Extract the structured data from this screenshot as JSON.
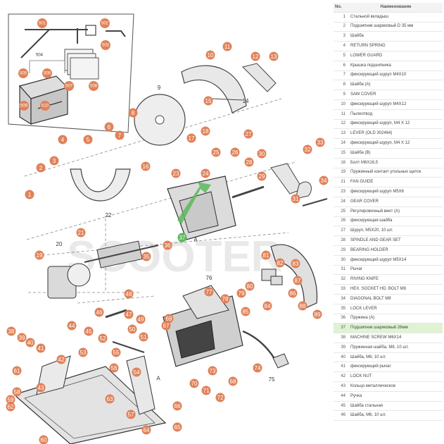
{
  "table": {
    "header_no": "No.",
    "header_name": "Наименование",
    "rows": [
      {
        "no": "1",
        "name": "Стальной вкладыш"
      },
      {
        "no": "2",
        "name": "Подшипник шариковый D 35 мм"
      },
      {
        "no": "3",
        "name": "Шайба"
      },
      {
        "no": "4",
        "name": "RETURN SPRING"
      },
      {
        "no": "5",
        "name": "LOWER GUARD"
      },
      {
        "no": "6",
        "name": "Крышка подшипника"
      },
      {
        "no": "7",
        "name": "фиксирующий шуруп M4X10"
      },
      {
        "no": "8",
        "name": "Шайба (А)"
      },
      {
        "no": "9",
        "name": "SAW COVER"
      },
      {
        "no": "10",
        "name": "фиксирующий шуруп M4X12"
      },
      {
        "no": "11",
        "name": "Пылеотвод"
      },
      {
        "no": "12",
        "name": "фиксирующий шуруп, M4 X 12"
      },
      {
        "no": "13",
        "name": "LEVER (OLD 302464)"
      },
      {
        "no": "14",
        "name": "фиксирующий шуруп, M4 X 12"
      },
      {
        "no": "15",
        "name": "Шайба (B)"
      },
      {
        "no": "16",
        "name": "Болт M6X16,5"
      },
      {
        "no": "19",
        "name": "Пружинный контакт угольных щеток"
      },
      {
        "no": "21",
        "name": "FAN GUIDE"
      },
      {
        "no": "23",
        "name": "фиксирующий шуруп M5X6"
      },
      {
        "no": "24",
        "name": "GEAR COVER"
      },
      {
        "no": "25",
        "name": "Регулировочный винт (A)"
      },
      {
        "no": "26",
        "name": "фиксирующая шайба"
      },
      {
        "no": "27",
        "name": "Шуруп, M5X20, 10 шт."
      },
      {
        "no": "28",
        "name": "SPINDLE AND GEAR SET"
      },
      {
        "no": "29",
        "name": "BEARING HOLDER"
      },
      {
        "no": "30",
        "name": "фиксирующий шуруп M5X14"
      },
      {
        "no": "31",
        "name": "Рычаг"
      },
      {
        "no": "32",
        "name": "RIVING KNIFE"
      },
      {
        "no": "33",
        "name": "HEX. SOCKET HD. BOLT M8"
      },
      {
        "no": "34",
        "name": "DIAGONAL BOLT M8"
      },
      {
        "no": "35",
        "name": "LOCK LEVER"
      },
      {
        "no": "36",
        "name": "Пружина (A)"
      },
      {
        "no": "37",
        "name": "Подшипник шариковый 28мм"
      },
      {
        "no": "38",
        "name": "MACHINE SCREW M6X14"
      },
      {
        "no": "39",
        "name": "Пружинная шайба, M6, 10 шт."
      },
      {
        "no": "40",
        "name": "Шайба, M6, 10 шт."
      },
      {
        "no": "41",
        "name": "фиксирующий рычаг"
      },
      {
        "no": "42",
        "name": "LOCK NUT"
      },
      {
        "no": "43",
        "name": "Кольцо металлическое"
      },
      {
        "no": "44",
        "name": "Ручка"
      },
      {
        "no": "45",
        "name": "Шайба стальная"
      },
      {
        "no": "46",
        "name": "Шайба, M6, 10 шт."
      }
    ],
    "highlight_no": "37",
    "highlight_color": "#dff3d3"
  },
  "diagram": {
    "accent_color": "#e0825a",
    "highlight_color": "#5cb85c",
    "watermark_text": "SCOOTER",
    "callouts": [
      "1",
      "2",
      "3",
      "4",
      "5",
      "6",
      "7",
      "8",
      "9",
      "10",
      "11",
      "12",
      "13",
      "14",
      "15",
      "16",
      "17",
      "18",
      "19",
      "20",
      "21",
      "22",
      "23",
      "24",
      "25",
      "26",
      "27",
      "28",
      "29",
      "30",
      "31",
      "32",
      "33",
      "34",
      "35",
      "36",
      "37",
      "38",
      "39",
      "40",
      "41",
      "42",
      "43",
      "44",
      "45",
      "46",
      "47",
      "48",
      "49",
      "50",
      "51",
      "52",
      "53",
      "54",
      "55",
      "56",
      "57",
      "58",
      "59",
      "60",
      "61",
      "62",
      "63",
      "64",
      "65",
      "66",
      "67",
      "68",
      "69",
      "70",
      "71",
      "72",
      "73",
      "74",
      "75",
      "76",
      "77",
      "78",
      "79",
      "80",
      "81",
      "82",
      "83",
      "84",
      "85",
      "86",
      "87",
      "88",
      "89",
      "501",
      "502",
      "503",
      "504",
      "505",
      "506",
      "507",
      "508",
      "509",
      "510"
    ],
    "highlighted_callout": "37",
    "letter_a": "A"
  }
}
